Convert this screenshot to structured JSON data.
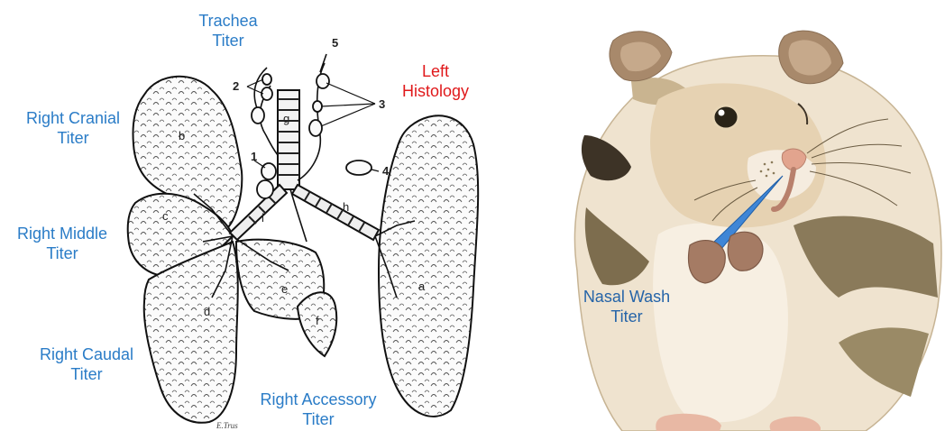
{
  "labels": {
    "trachea_line1": "Trachea",
    "trachea_line2": "Titer",
    "left_line1": "Left",
    "left_line2": "Histology",
    "right_cranial_line1": "Right Cranial",
    "right_cranial_line2": "Titer",
    "right_middle_line1": "Right Middle",
    "right_middle_line2": "Titer",
    "right_caudal_line1": "Right Caudal",
    "right_caudal_line2": "Titer",
    "right_accessory_line1": "Right Accessory",
    "right_accessory_line2": "Titer",
    "nasal_wash_line1": "Nasal Wash",
    "nasal_wash_line2": "Titer"
  },
  "lobe_letters": {
    "a": "a",
    "b": "b",
    "c": "c",
    "d": "d",
    "e": "e",
    "f": "f",
    "g": "g",
    "h": "h",
    "i": "i"
  },
  "node_numbers": {
    "n1": "1",
    "n2": "2",
    "n3": "3",
    "n4": "4",
    "n5": "5"
  },
  "signature": "E.Trus",
  "colors": {
    "label_blue": "#2a7cc7",
    "label_red": "#e0191b",
    "nasal_blue": "#2564a8",
    "fur_light": "#efe3cf",
    "fur_mid": "#d9c3a1",
    "fur_dark": "#8a7a5a",
    "ear_brown": "#a8896b",
    "nose_pink": "#e2a48e",
    "pipette_blue": "#3f86d6"
  }
}
